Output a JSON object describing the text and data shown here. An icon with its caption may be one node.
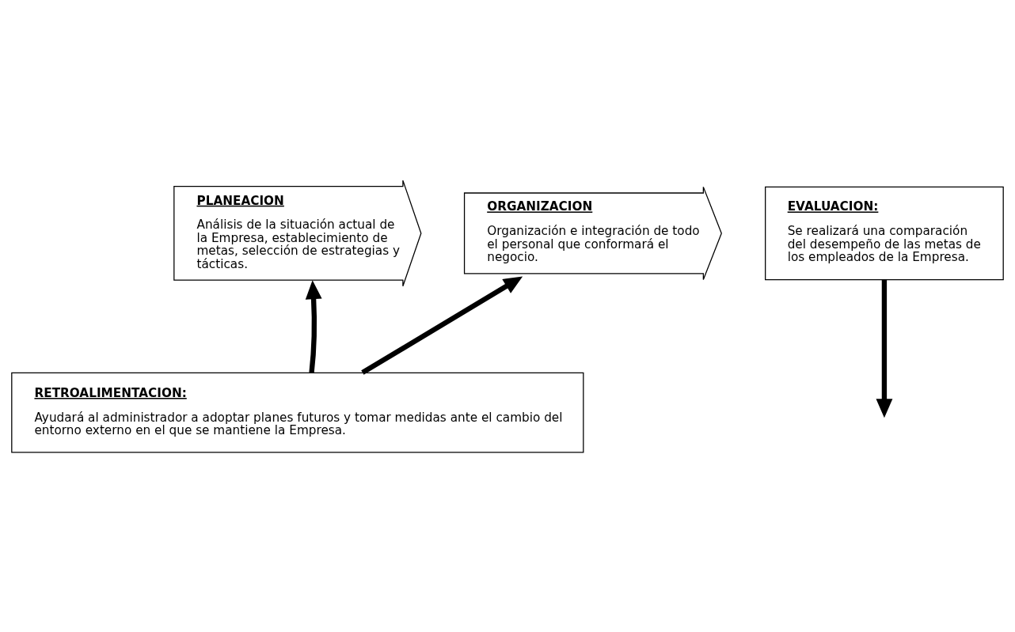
{
  "diagram": {
    "nodes": [
      {
        "text": [
          "PLANEACION",
          "Análisis de la situación actual de la Empresa, establecimiento de metas, selección de estrategias y tácticas."
        ]
      },
      {
        "text": [
          "ORGANIZACION",
          "Organización e integración de todo el personal que conformará el negocio."
        ]
      },
      {
        "text": [
          "EVALUACION:",
          "Se realizará una comparación del desempeño de las metas de los empleados de la Empresa."
        ]
      },
      {
        "text": [
          "RETROALIMENTACION:",
          "Ayudará al administrador a adoptar planes futuros y tomar medidas ante el cambio del entorno externo en el que se mantiene la Empresa."
        ]
      }
    ],
    "edges": [
      {
        "from": 3,
        "to": 0,
        "arrow": "to"
      },
      {
        "from": 3,
        "to": 1,
        "arrow": "to"
      },
      {
        "from": 2,
        "to": null,
        "arrow": "to"
      }
    ]
  }
}
